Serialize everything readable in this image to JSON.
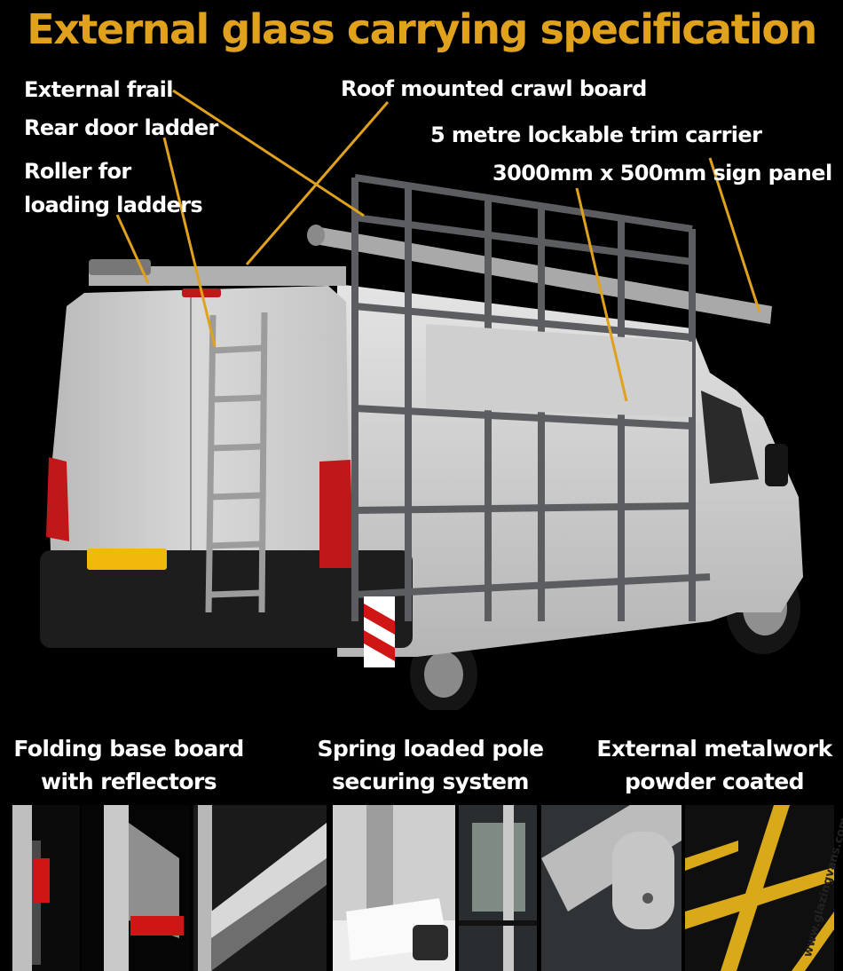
{
  "title": "External glass carrying specification",
  "labels": {
    "external_frail": "External frail",
    "rear_door_ladder": "Rear door ladder",
    "roller_line1": "Roller for",
    "roller_line2": "loading ladders",
    "crawl_board": "Roof mounted crawl board",
    "trim_carrier": "5 metre lockable trim carrier",
    "sign_panel": "3000mm x 500mm sign panel"
  },
  "captions": {
    "base_board_line1": "Folding base board",
    "base_board_line2": "with reflectors",
    "pole_line1": "Spring loaded pole",
    "pole_line2": "securing system",
    "metalwork_line1": "External metalwork",
    "metalwork_line2": "powder coated"
  },
  "watermark": "www.glazingvans.com",
  "colors": {
    "accent": "#e0a11d",
    "background": "#000000",
    "van_body": "#c9c9c9",
    "rack": "#5b5d60",
    "tail_light": "#c01818",
    "reflector_red": "#d01515"
  }
}
